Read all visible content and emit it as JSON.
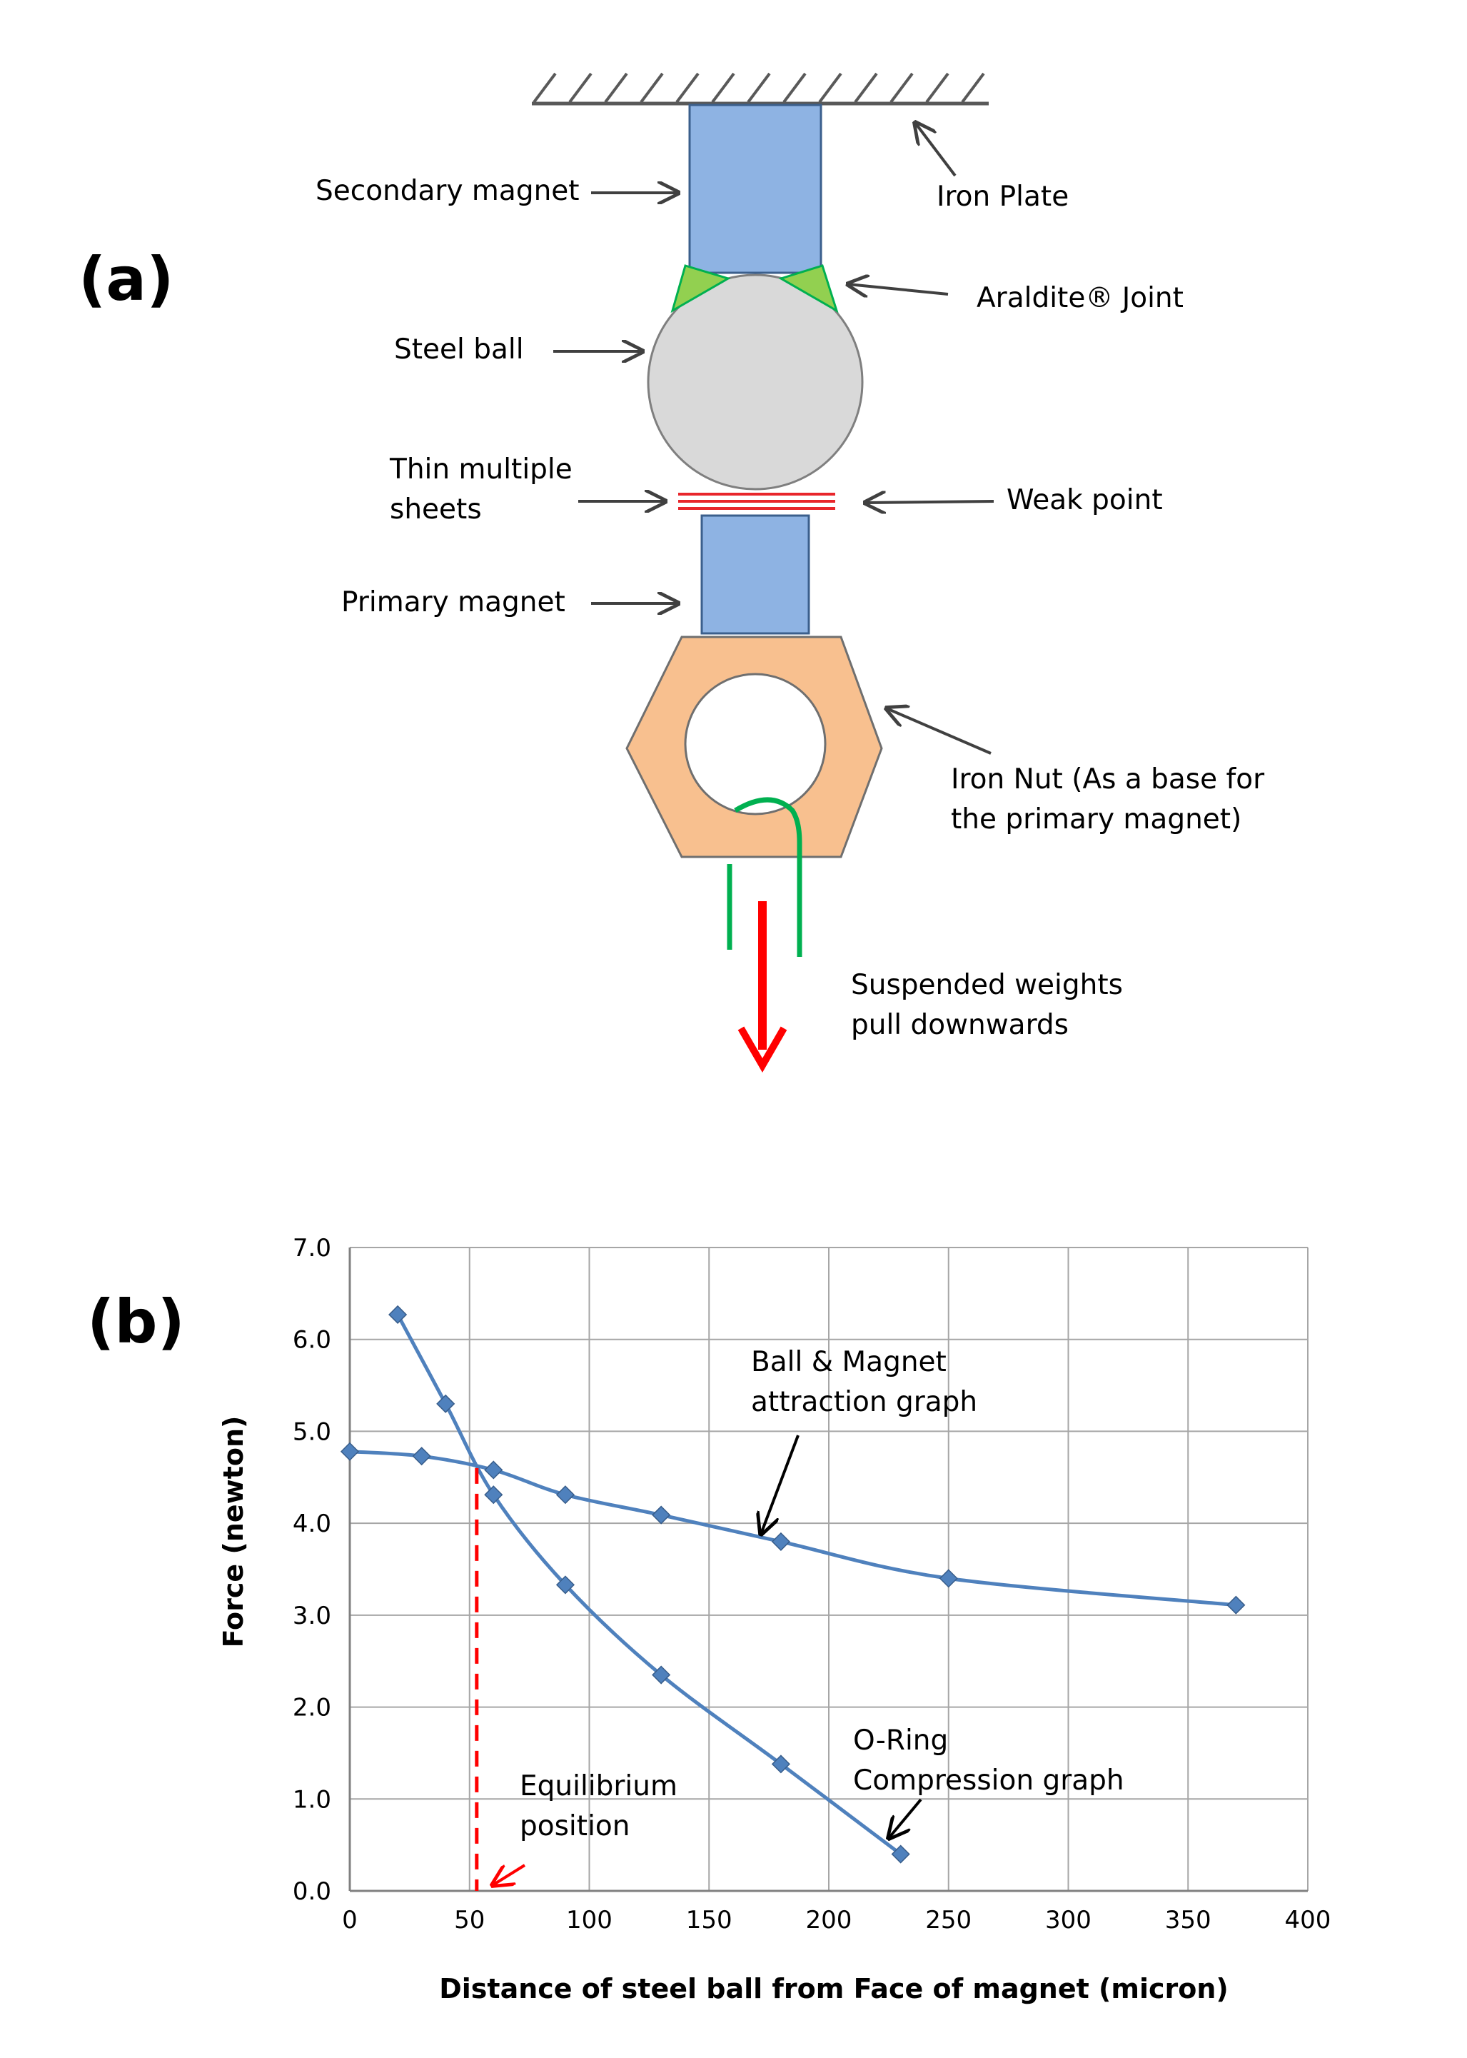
{
  "panel_a": {
    "label": "(a)",
    "labels": {
      "secondary_magnet": "Secondary magnet",
      "iron_plate": "Iron Plate",
      "araldite_joint": "Araldite® Joint",
      "steel_ball": "Steel ball",
      "thin_sheets_line1": "Thin multiple",
      "thin_sheets_line2": "sheets",
      "weak_point": "Weak point",
      "primary_magnet": "Primary magnet",
      "iron_nut_line1": "Iron Nut (As a base for",
      "iron_nut_line2": "the primary magnet)",
      "weights_line1": "Suspended weights",
      "weights_line2": "pull downwards"
    },
    "colors": {
      "magnet": "#8eb3e3",
      "magnet_border": "#3b5f8c",
      "ball": "#d9d9d9",
      "ball_border": "#7f7f7f",
      "araldite": "#92d050",
      "araldite_border": "#00b050",
      "sheets": "#e8262b",
      "nut": "#f8c08f",
      "nut_border": "#6f6f6f",
      "hook": "#00b050",
      "pull_arrow": "#ff0000",
      "plate": "#595959"
    }
  },
  "panel_b": {
    "label": "(b)",
    "annotations": {
      "attraction_line1": "Ball & Magnet",
      "attraction_line2": "attraction graph",
      "oring_line1": "O-Ring",
      "oring_line2": "Compression graph",
      "equilibrium_line1": "Equilibrium",
      "equilibrium_line2": "position"
    }
  },
  "chart_data": {
    "type": "line",
    "title": "",
    "xlabel": "Distance of steel ball from Face of magnet (micron)",
    "ylabel": "Force (newton)",
    "xlim": [
      0,
      400
    ],
    "ylim": [
      0,
      7
    ],
    "x_ticks": [
      "0",
      "50",
      "100",
      "150",
      "200",
      "250",
      "300",
      "350",
      "400"
    ],
    "y_ticks": [
      "0.0",
      "1.0",
      "2.0",
      "3.0",
      "4.0",
      "5.0",
      "6.0",
      "7.0"
    ],
    "grid": true,
    "legend": "none",
    "series_color": "#4f81bd",
    "series": [
      {
        "x": [
          0,
          30,
          60,
          90,
          130,
          180,
          250,
          370
        ],
        "y": [
          4.78,
          4.73,
          4.58,
          4.31,
          4.09,
          3.8,
          3.4,
          3.11
        ]
      },
      {
        "x": [
          20,
          40,
          60,
          90,
          130,
          180,
          230
        ],
        "y": [
          6.27,
          5.3,
          4.31,
          3.33,
          2.35,
          1.38,
          0.4
        ]
      }
    ],
    "equilibrium_x": 53,
    "equilibrium_y": 4.6,
    "equilibrium_color": "#ff0000"
  }
}
